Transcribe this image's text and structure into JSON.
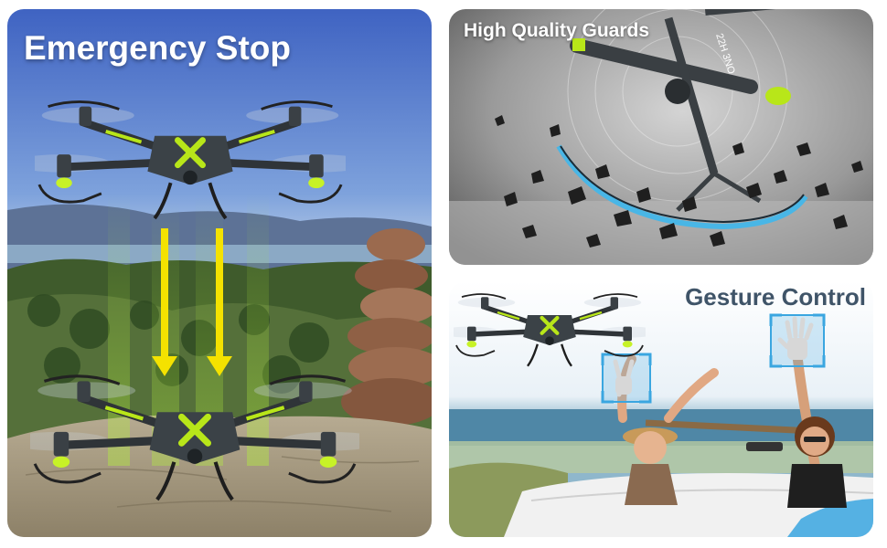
{
  "panels": {
    "emergency": {
      "title": "Emergency Stop"
    },
    "guards": {
      "title": "High Quality Guards",
      "arm_text": "22H 3NO"
    },
    "gesture": {
      "title": "Gesture Control"
    }
  },
  "icons": {
    "drone": "quadcopter-drone-icon",
    "arrow": "down-arrow-icon",
    "hand_peace": "peace-hand-gesture-icon",
    "hand_palm": "open-palm-gesture-icon"
  },
  "colors": {
    "accent_green": "#b8e619",
    "arrow_yellow": "#f4e200",
    "guard_blue": "#49b6e6",
    "title_dark": "#3f5468",
    "gesture_frame": "#3aa6e0"
  }
}
